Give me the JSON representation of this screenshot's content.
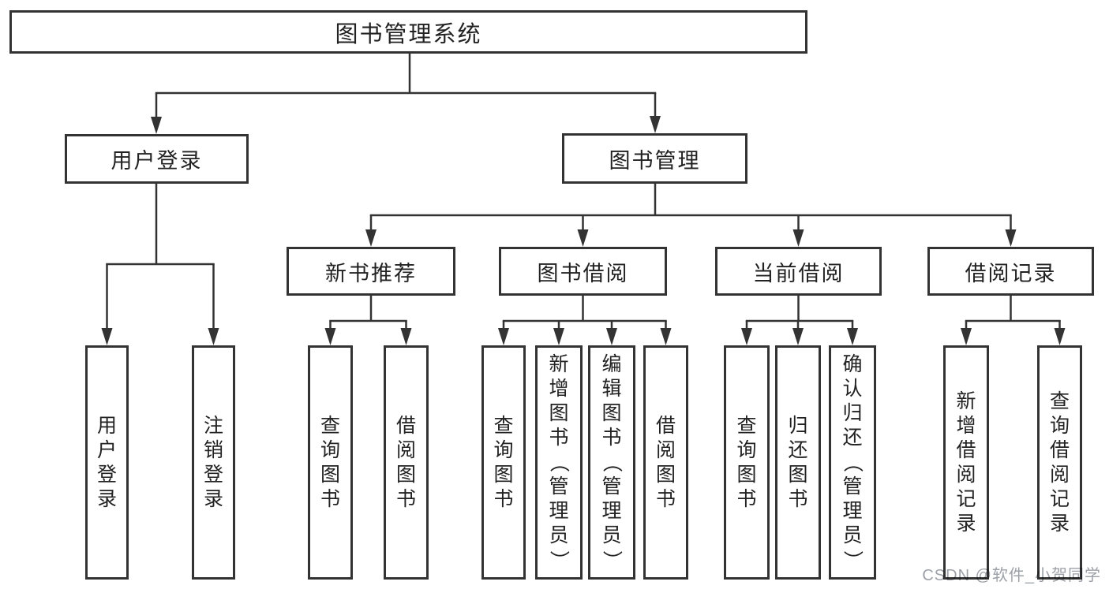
{
  "diagram": {
    "root": {
      "label": "图书管理系统"
    },
    "level2": [
      {
        "label": "用户登录"
      },
      {
        "label": "图书管理"
      }
    ],
    "level3": [
      {
        "label": "新书推荐"
      },
      {
        "label": "图书借阅"
      },
      {
        "label": "当前借阅"
      },
      {
        "label": "借阅记录"
      }
    ],
    "leaves": [
      {
        "label": "用户登录"
      },
      {
        "label": "注销登录"
      },
      {
        "label": "查询图书"
      },
      {
        "label": "借阅图书"
      },
      {
        "label": "查询图书"
      },
      {
        "label": "新增图书（管理员）"
      },
      {
        "label": "编辑图书（管理员）"
      },
      {
        "label": "借阅图书"
      },
      {
        "label": "查询图书"
      },
      {
        "label": "归还图书"
      },
      {
        "label": "确认归还（管理员）"
      },
      {
        "label": "新增借阅记录"
      },
      {
        "label": "查询借阅记录"
      }
    ]
  },
  "watermark": "CSDN @软件_小贺同学",
  "colors": {
    "line": "#333333",
    "text": "#222222",
    "box_background": "#ffffff",
    "watermark": "#9ca1a8",
    "page_background": "#ffffff"
  }
}
